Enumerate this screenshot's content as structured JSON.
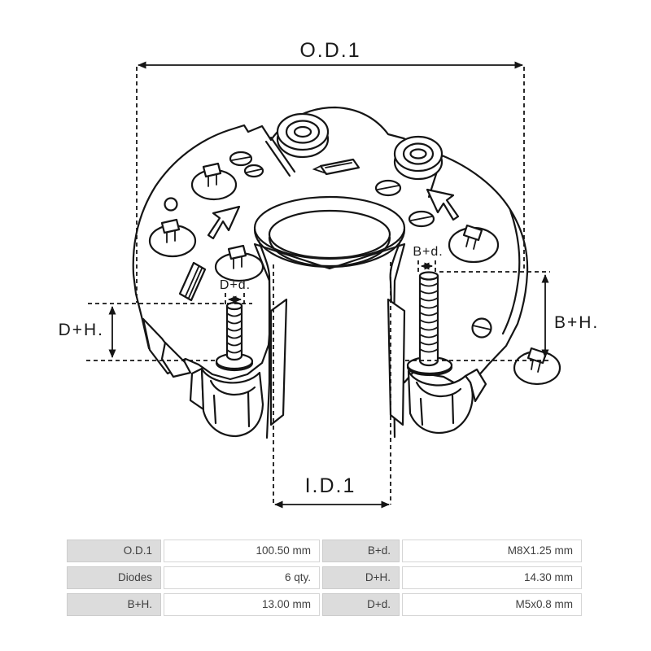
{
  "diagram": {
    "title": "alternator-rectifier-dimension-drawing",
    "labels": {
      "od1": "O.D.1",
      "id1": "I.D.1",
      "dh": "D+H.",
      "bh": "B+H.",
      "dd": "D+d.",
      "bd": "B+d."
    }
  },
  "table": {
    "rows": [
      {
        "label1": "O.D.1",
        "value1": "100.50 mm",
        "label2": "B+d.",
        "value2": "M8X1.25 mm"
      },
      {
        "label1": "Diodes",
        "value1": "6 qty.",
        "label2": "D+H.",
        "value2": "14.30 mm"
      },
      {
        "label1": "B+H.",
        "value1": "13.00 mm",
        "label2": "D+d.",
        "value2": "M5x0.8 mm"
      }
    ]
  },
  "colors": {
    "ink": "#151515",
    "table_label_bg": "#dcdcdc",
    "table_border": "#d6d6d6",
    "text": "#3f3f3f"
  }
}
